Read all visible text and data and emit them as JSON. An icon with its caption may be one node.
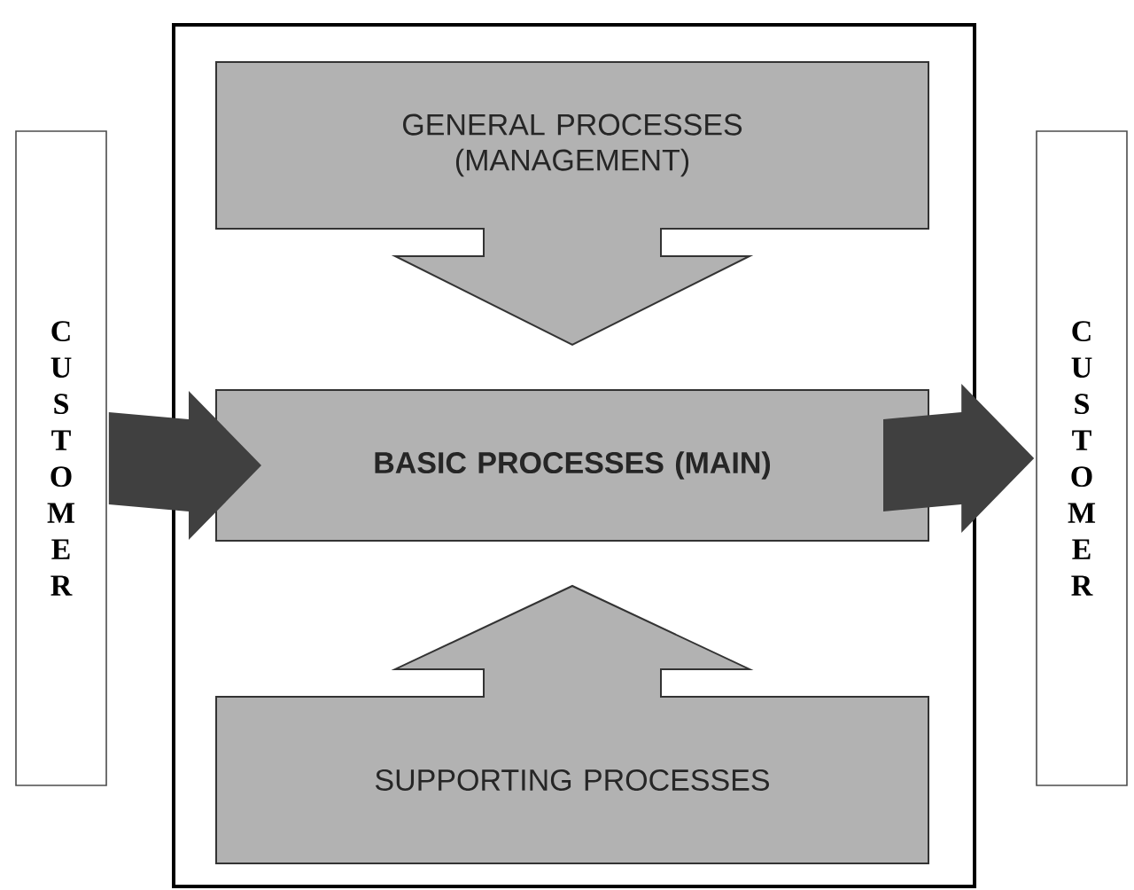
{
  "diagram": {
    "nodes": [
      {
        "text": [],
        "shape": "box"
      },
      {
        "text": [
          "GENERAL PROCESSES (MANAGEMENT)"
        ],
        "in": 0
      },
      {
        "text": [
          "BASIC PROCESSES (MAIN)"
        ],
        "in": 0
      },
      {
        "text": [
          "SUPPORTING PROCESSES"
        ],
        "in": 0
      },
      {
        "text": [
          "CUSTOMER"
        ]
      },
      {
        "text": [
          "CUSTOMER"
        ]
      }
    ],
    "edges": [
      {
        "from": 1,
        "to": 2,
        "arrow": "to"
      },
      {
        "from": 3,
        "to": 2,
        "arrow": "to"
      },
      {
        "from": 4,
        "to": 2,
        "arrow": "to",
        "color": "#404040"
      },
      {
        "from": 2,
        "to": 5,
        "arrow": "to",
        "color": "#404040"
      }
    ]
  }
}
